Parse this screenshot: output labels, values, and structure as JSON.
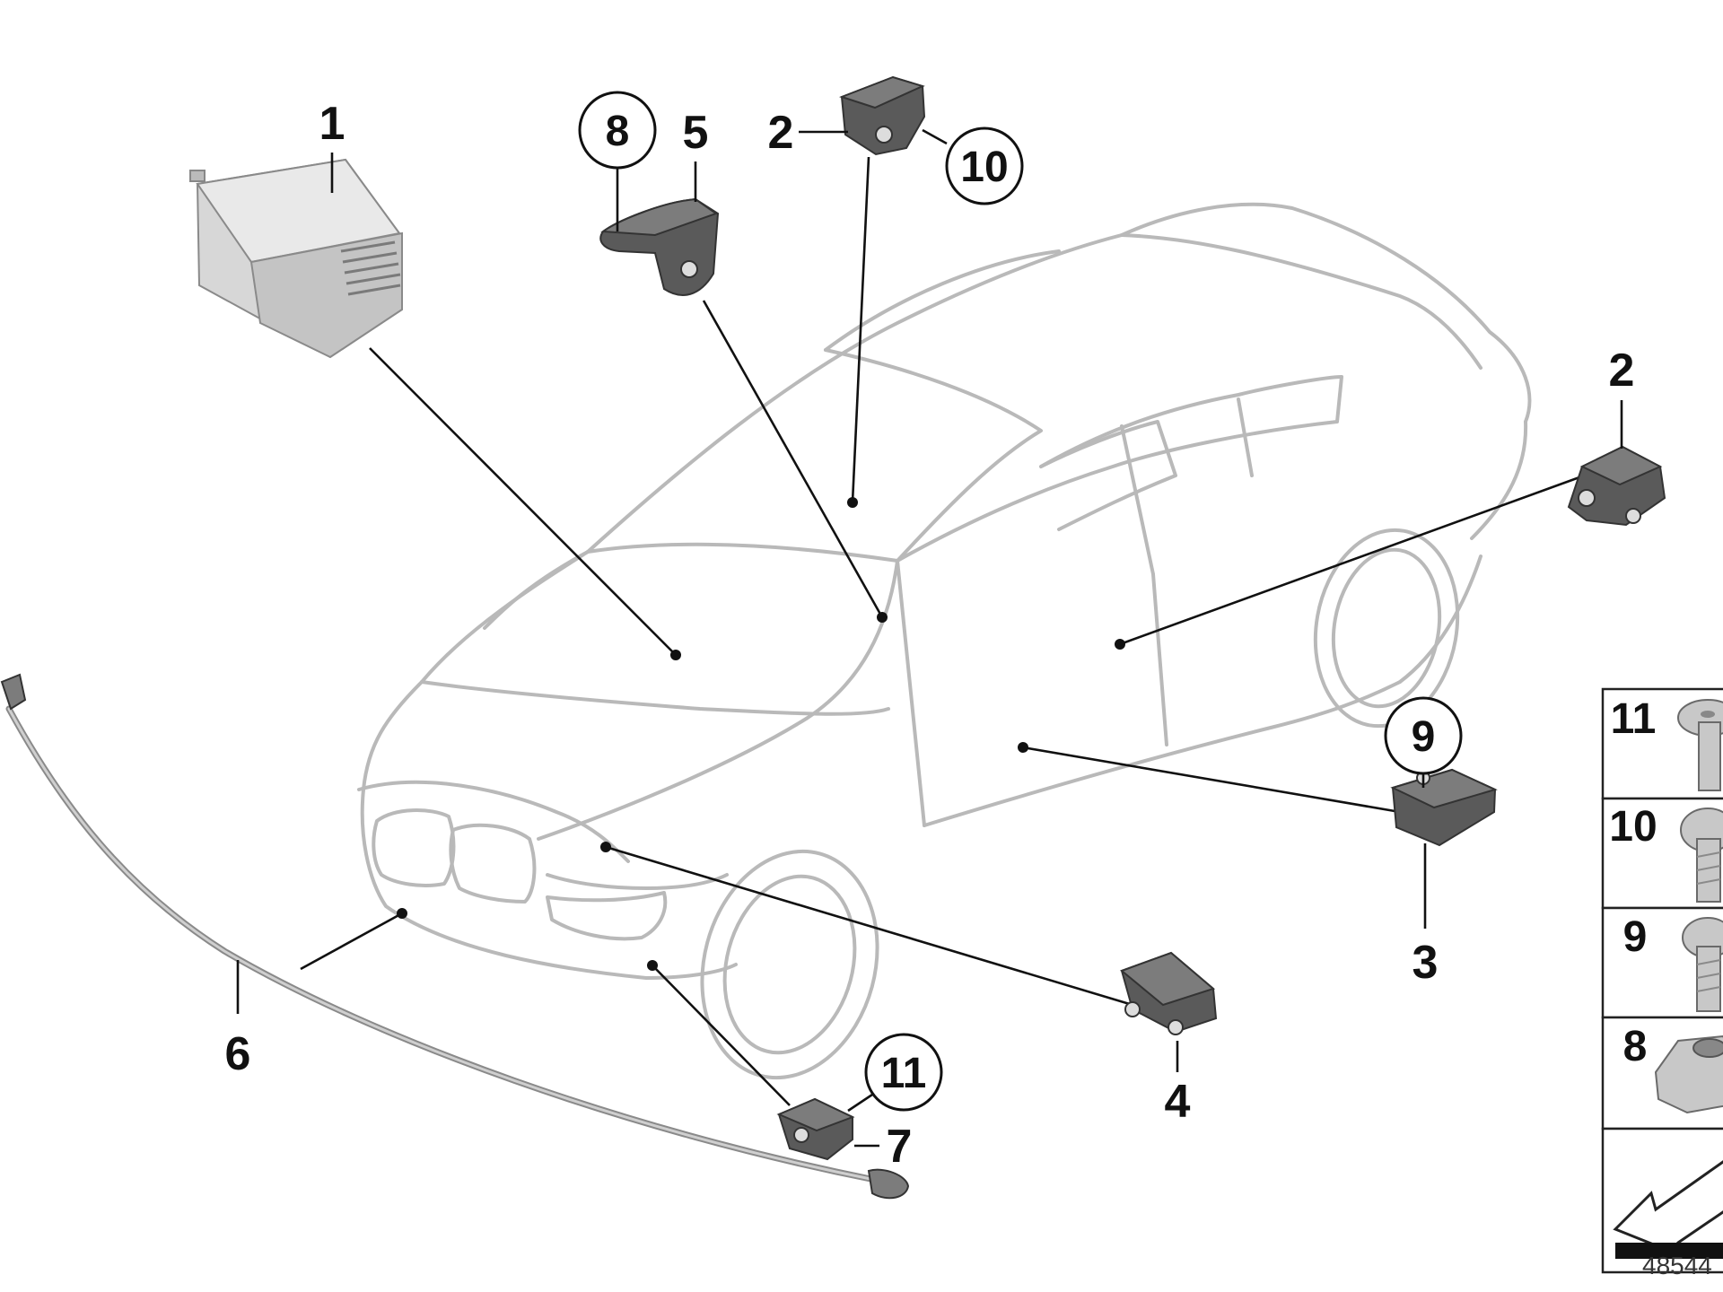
{
  "callouts": {
    "c1": "1",
    "c2_top": "2",
    "c2_right": "2",
    "c3": "3",
    "c4": "4",
    "c5": "5",
    "c6": "6",
    "c7": "7",
    "c8": "8",
    "c9": "9",
    "c10": "10",
    "c11": "11"
  },
  "hardware_legend": {
    "items": [
      "11",
      "10",
      "9",
      "8"
    ]
  },
  "reference_number": "48544"
}
